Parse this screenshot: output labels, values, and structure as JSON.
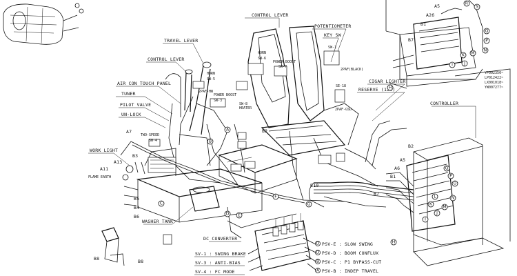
{
  "callouts": {
    "control_lever_top": "CONTROL LEVER",
    "potentiometer": "POTENTIOMETER",
    "key_sw": "KEY SW",
    "travel_lever": "TRAVEL LEVER",
    "control_lever_left": "CONTROL LEVER",
    "air_con": "AIR CON TOUCH PANEL",
    "tuner": "TUNER",
    "pilot_valve": "PILOT VALVE",
    "unlock": "UN-LOCK",
    "two_speed": "TWO-SPEED",
    "work_light": "WORK LIGHT",
    "flame_earth": "FLAME EARTH",
    "washer_tank": "WASHER TANK",
    "dc_converter": "DC CONVERTER",
    "cigar_lighter": "CIGAR LIGHTER",
    "reserve": "RESERVE (12V)",
    "controller": "CONTROLLER",
    "horn_sw5": "HORN",
    "power_boost_sw3": "POWER BOOST",
    "heater": "HEATER",
    "horn_sw6": "HORN",
    "power_boost_right": "POWER BOOST"
  },
  "switch_codes": {
    "sw5": "SW-5",
    "sw3": "SW-3",
    "sw8": "SW-8",
    "sw4": "SW-4",
    "sw6": "SW-6",
    "sw7": "SW-7",
    "sw1": "SW-1",
    "se18": "SE-18",
    "paf_hw": "2PAF-HW",
    "paf_black": "2PAF(BLACK)",
    "paf_gsd": "2PAF-GSD"
  },
  "harness_refs": {
    "a7": "A7",
    "a11": "A11",
    "a13": "A13",
    "b3": "B3",
    "b5": "B5",
    "b4": "B4",
    "b6": "B6",
    "b8": "B8",
    "b8r": "B8",
    "b2": "B2",
    "b10": "B10",
    "b7": "B7",
    "b1": "B1",
    "a5": "A5",
    "a6": "A6",
    "b2r": "B2",
    "a5t": "A5",
    "a26": "A26",
    "b1t": "B1",
    "b7t": "B7"
  },
  "serials": [
    "YP002350~",
    "LP012422~",
    "LX001018~",
    "YW007277~"
  ],
  "valve_legend": {
    "right": [
      {
        "code": "D",
        "text": "PSV-E : SLOW SWING"
      },
      {
        "code": "D",
        "text": "PSV-D : BOOM CONFLUX"
      },
      {
        "code": "B",
        "text": "PSV-C : P1 BYPASS-CUT"
      },
      {
        "code": "A",
        "text": "PSV-B : INDEP TRAVEL"
      }
    ],
    "left": [
      {
        "text": "SV-1 : SWING BRAKE"
      },
      {
        "text": "SV-3 : ANTI-BIAS"
      },
      {
        "text": "SV-4 : FC MODE"
      }
    ]
  },
  "letters": [
    "A",
    "B",
    "C",
    "D",
    "E",
    "F",
    "G",
    "H",
    "I",
    "J",
    "K",
    "L",
    "M",
    "N",
    "O",
    "P",
    "Q",
    "R",
    "S"
  ]
}
